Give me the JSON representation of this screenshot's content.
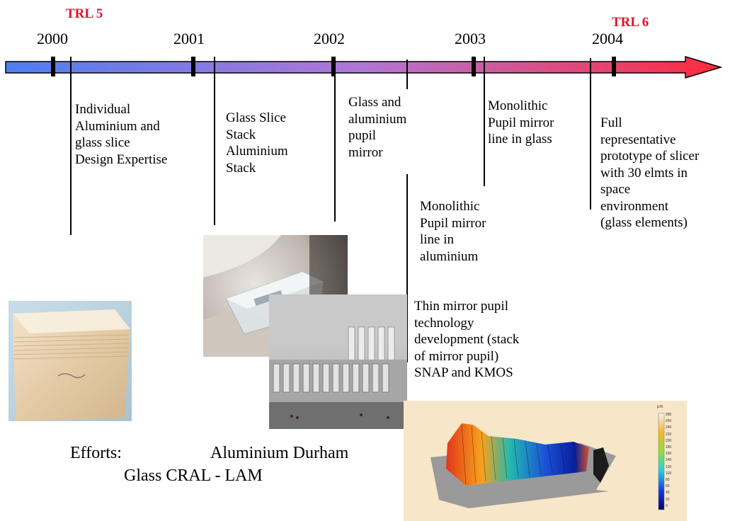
{
  "timeline": {
    "years": [
      "2000",
      "2001",
      "2002",
      "2003",
      "2004"
    ],
    "trl_start": "TRL 5",
    "trl_end": "TRL 6",
    "trl_color": "#e8102a",
    "arrow_gradient": [
      "#4f7ff0",
      "#b276d6",
      "#ff2a3c"
    ]
  },
  "milestones": [
    {
      "lines": [
        "Individual",
        "Aluminium and",
        "glass slice",
        "Design Expertise"
      ]
    },
    {
      "lines": [
        "Glass Slice",
        "Stack",
        "Aluminium",
        "Stack"
      ]
    },
    {
      "lines": [
        "Glass and",
        "aluminium",
        "pupil",
        "mirror"
      ]
    },
    {
      "lines": [
        "Monolithic",
        "Pupil mirror",
        "line in",
        "aluminium"
      ]
    },
    {
      "lines": [
        "Thin mirror pupil",
        "technology",
        "development (stack",
        "of mirror pupil)",
        "SNAP and KMOS"
      ]
    },
    {
      "lines": [
        "Monolithic",
        "Pupil mirror",
        "line in glass"
      ]
    },
    {
      "lines": [
        "Full",
        "representative",
        "prototype of slicer",
        "with 30 elmts in",
        "space",
        "environment",
        "(glass elements)"
      ]
    }
  ],
  "efforts": {
    "label": "Efforts:",
    "aluminium": "Aluminium Durham",
    "glass": "Glass CRAL - LAM"
  },
  "colorbar": {
    "unit": "µm",
    "ticks": [
      "280",
      "260",
      "240",
      "220",
      "200",
      "180",
      "160",
      "140",
      "120",
      "100",
      "80",
      "60",
      "40",
      "20",
      "0"
    ]
  }
}
